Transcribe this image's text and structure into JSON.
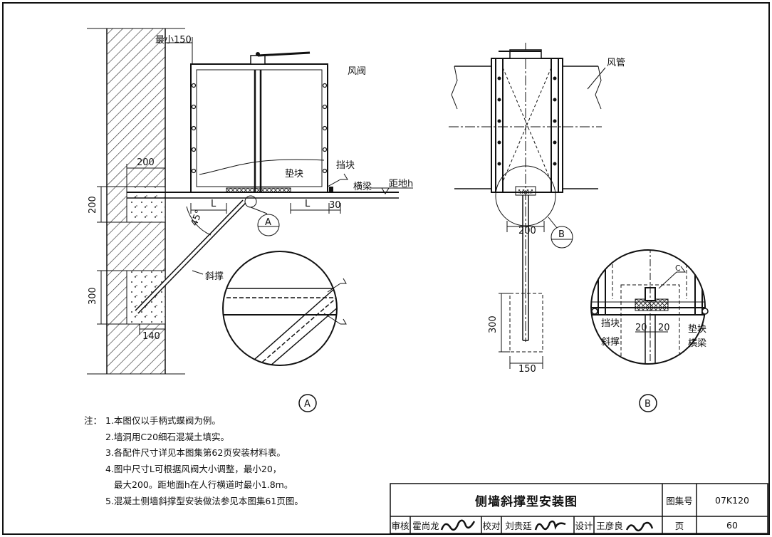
{
  "labels": {
    "min150": "最小150",
    "fengfa": "风阀",
    "fengguan": "风管",
    "dim200_top": "200",
    "dim200_vert": "200",
    "dim300_left": "300",
    "dim140": "140",
    "dianquai": "垫块",
    "dangkuai": "挡块",
    "hengliang": "横梁",
    "judih": "距地h",
    "L_left": "L",
    "L_right": "L",
    "dim30": "30",
    "angle45": "45°",
    "xiecheng": "斜撑",
    "ref_A": "A",
    "dim200_mid": "200",
    "ref_B": "B",
    "dim300_right": "300",
    "dim150": "150",
    "weld_C": "C",
    "detailB_dangkuai": "挡块",
    "detailB_20a": "20",
    "detailB_20b": "20",
    "detailB_dianquai": "垫块",
    "detailB_xiecheng": "斜撑",
    "detailB_hengliang": "横梁",
    "detail_A_label": "A",
    "detail_B_label": "B"
  },
  "notes": {
    "prefix": "注：",
    "items": [
      "1.本图仅以手柄式蝶阀为例。",
      "2.墙洞用C20细石混凝土填实。",
      "3.各配件尺寸详见本图集第62页安装材料表。",
      "4.图中尺寸L可根据风阀大小调整，最小20，",
      "5.混凝土侧墙斜撑型安装做法参见本图集61页图。"
    ],
    "item4_cont": "最大200。距地面h在人行横道时最小1.8m。"
  },
  "title_block": {
    "title": "侧墙斜撑型安装图",
    "atlas_label": "图集号",
    "atlas_no": "07K120",
    "page_label": "页",
    "page_no": "60",
    "review_label": "审核",
    "review_name": "霍尚龙",
    "check_label": "校对",
    "check_name": "刘贵廷",
    "design_label": "设计",
    "design_name": "王彦良"
  }
}
